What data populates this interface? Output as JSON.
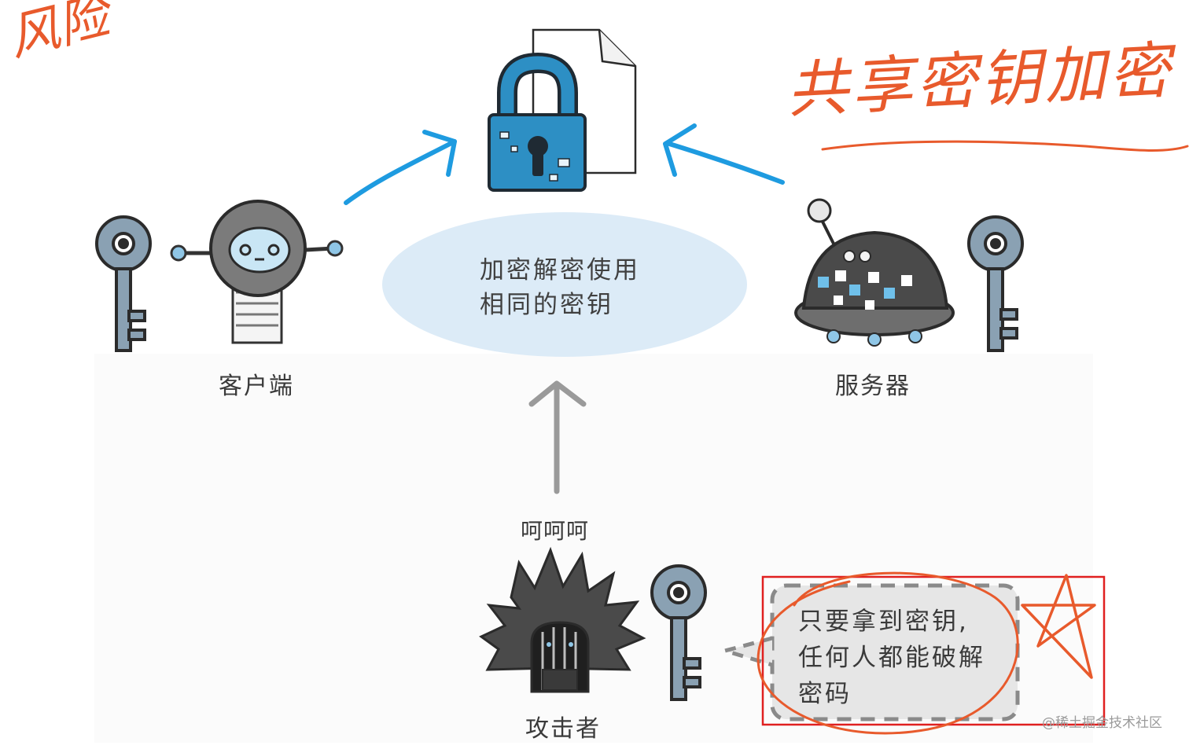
{
  "nodes": {
    "client": "客户端",
    "server": "服务器",
    "attacker": "攻击者",
    "attacker_laugh": "呵呵呵"
  },
  "bubble": {
    "line1": "加密解密使用",
    "line2": "相同的密钥"
  },
  "note": {
    "line1": "只要拿到密钥,",
    "line2": "任何人都能破解",
    "line3": "密码"
  },
  "annotations": {
    "handwritten_top_left": "风险",
    "handwritten_top_right": "共享密钥加密"
  },
  "watermark": "@稀土掘金技术社区",
  "colors": {
    "blue_arrow": "#1e9be0",
    "bubble_fill": "#dcebf7",
    "lock_blue": "#2d8fc4",
    "key_fill": "#8aa1b3",
    "annotation_red": "#e85a2c",
    "box_red": "#e02020"
  }
}
